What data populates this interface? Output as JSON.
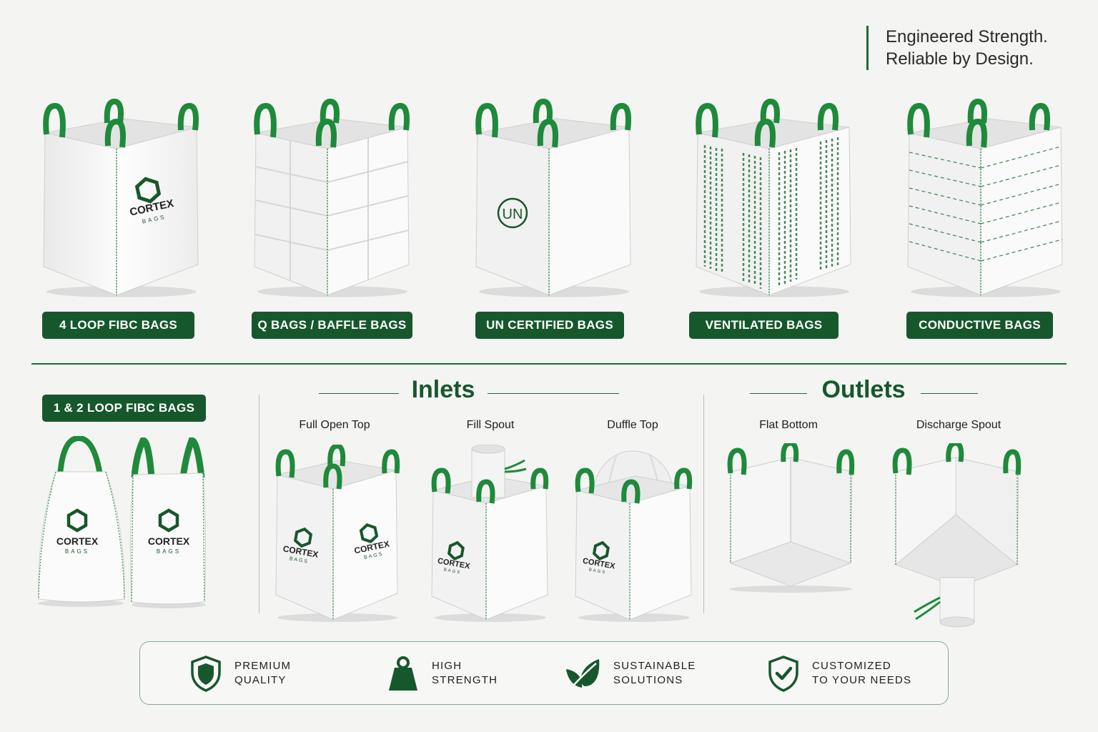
{
  "tagline": {
    "line1": "Engineered Strength.",
    "line2": "Reliable by Design."
  },
  "brand": {
    "name": "CORTEX",
    "sub": "BAGS"
  },
  "top_products": [
    {
      "label": "4 LOOP FIBC BAGS"
    },
    {
      "label": "Q BAGS / BAFFLE BAGS"
    },
    {
      "label": "UN CERTIFIED BAGS",
      "mark": "UN"
    },
    {
      "label": "VENTILATED BAGS"
    },
    {
      "label": "CONDUCTIVE BAGS"
    }
  ],
  "loop_bags": {
    "label": "1 & 2 LOOP FIBC BAGS"
  },
  "inlets": {
    "title": "Inlets",
    "items": [
      "Full Open Top",
      "Fill Spout",
      "Duffle Top"
    ]
  },
  "outlets": {
    "title": "Outlets",
    "items": [
      "Flat Bottom",
      "Discharge Spout"
    ]
  },
  "features": [
    {
      "line1": "PREMIUM",
      "line2": "QUALITY",
      "icon": "shield-icon"
    },
    {
      "line1": "HIGH",
      "line2": "STRENGTH",
      "icon": "weight-icon"
    },
    {
      "line1": "SUSTAINABLE",
      "line2": "SOLUTIONS",
      "icon": "leaf-icon"
    },
    {
      "line1": "CUSTOMIZED",
      "line2": "TO YOUR NEEDS",
      "icon": "shield-check-icon"
    }
  ],
  "colors": {
    "brand_green": "#17572c",
    "loop_green": "#1e8a3a",
    "bag_white": "#ffffff"
  }
}
